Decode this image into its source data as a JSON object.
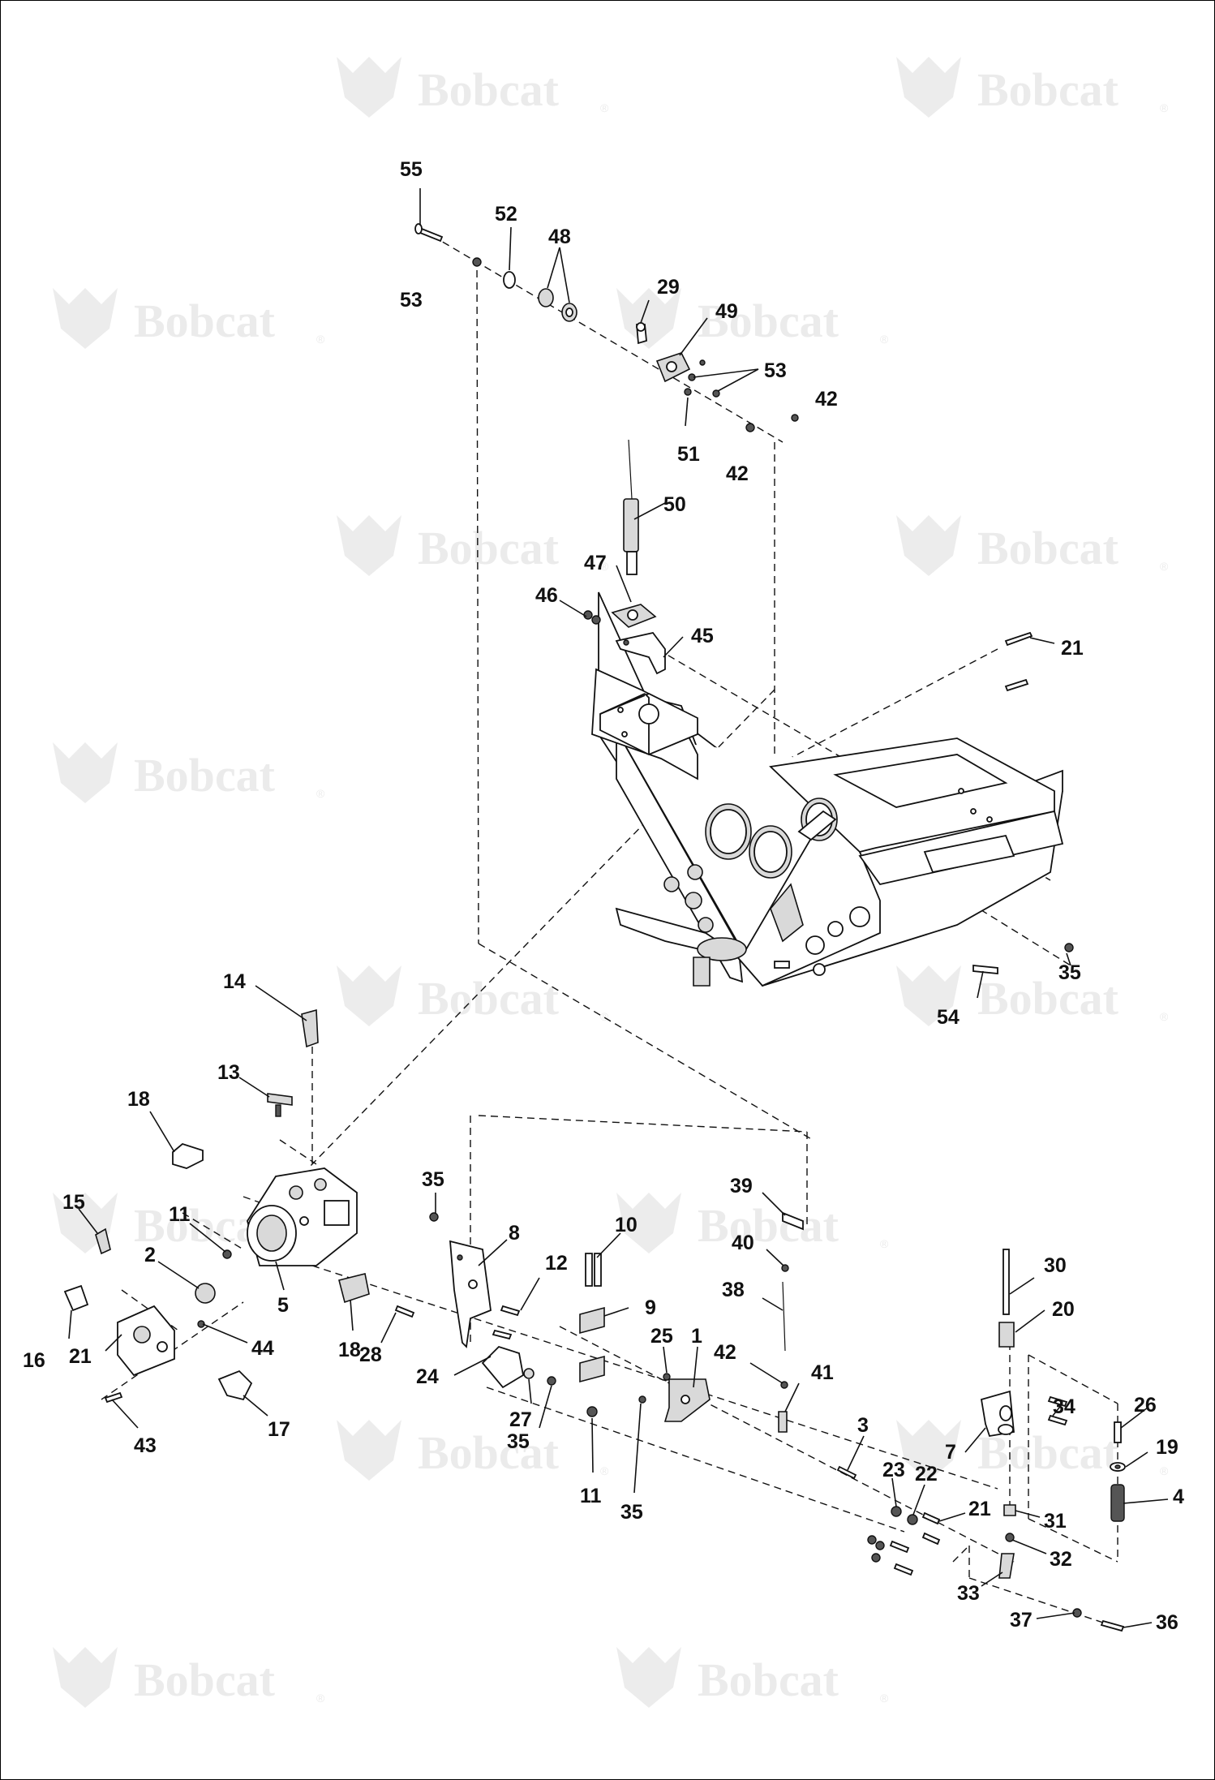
{
  "watermark": {
    "brand": "Bobcat",
    "mark": "®"
  },
  "callouts": [
    {
      "id": "c55",
      "text": "55"
    },
    {
      "id": "c52",
      "text": "52"
    },
    {
      "id": "c48",
      "text": "48"
    },
    {
      "id": "c53a",
      "text": "53"
    },
    {
      "id": "c29",
      "text": "29"
    },
    {
      "id": "c49",
      "text": "49"
    },
    {
      "id": "c53b",
      "text": "53"
    },
    {
      "id": "c42a",
      "text": "42"
    },
    {
      "id": "c51",
      "text": "51"
    },
    {
      "id": "c42b",
      "text": "42"
    },
    {
      "id": "c50",
      "text": "50"
    },
    {
      "id": "c47",
      "text": "47"
    },
    {
      "id": "c46",
      "text": "46"
    },
    {
      "id": "c45",
      "text": "45"
    },
    {
      "id": "c21a",
      "text": "21"
    },
    {
      "id": "c35a",
      "text": "35"
    },
    {
      "id": "c54",
      "text": "54"
    },
    {
      "id": "c14",
      "text": "14"
    },
    {
      "id": "c13",
      "text": "13"
    },
    {
      "id": "c18a",
      "text": "18"
    },
    {
      "id": "c15",
      "text": "15"
    },
    {
      "id": "c11a",
      "text": "11"
    },
    {
      "id": "c2",
      "text": "2"
    },
    {
      "id": "c5",
      "text": "5"
    },
    {
      "id": "c16",
      "text": "16"
    },
    {
      "id": "c21b",
      "text": "21"
    },
    {
      "id": "c44",
      "text": "44"
    },
    {
      "id": "c18b",
      "text": "18"
    },
    {
      "id": "c28",
      "text": "28"
    },
    {
      "id": "c17",
      "text": "17"
    },
    {
      "id": "c43",
      "text": "43"
    },
    {
      "id": "c35b",
      "text": "35"
    },
    {
      "id": "c8",
      "text": "8"
    },
    {
      "id": "c10",
      "text": "10"
    },
    {
      "id": "c12",
      "text": "12"
    },
    {
      "id": "c9",
      "text": "9"
    },
    {
      "id": "c24",
      "text": "24"
    },
    {
      "id": "c27",
      "text": "27"
    },
    {
      "id": "c35c",
      "text": "35"
    },
    {
      "id": "c25",
      "text": "25"
    },
    {
      "id": "c1",
      "text": "1"
    },
    {
      "id": "c11b",
      "text": "11"
    },
    {
      "id": "c35d",
      "text": "35"
    },
    {
      "id": "c39",
      "text": "39"
    },
    {
      "id": "c40",
      "text": "40"
    },
    {
      "id": "c38",
      "text": "38"
    },
    {
      "id": "c42c",
      "text": "42"
    },
    {
      "id": "c41",
      "text": "41"
    },
    {
      "id": "c30",
      "text": "30"
    },
    {
      "id": "c20",
      "text": "20"
    },
    {
      "id": "c3",
      "text": "3"
    },
    {
      "id": "c7",
      "text": "7"
    },
    {
      "id": "c34",
      "text": "34"
    },
    {
      "id": "c26",
      "text": "26"
    },
    {
      "id": "c19",
      "text": "19"
    },
    {
      "id": "c4",
      "text": "4"
    },
    {
      "id": "c23",
      "text": "23"
    },
    {
      "id": "c22",
      "text": "22"
    },
    {
      "id": "c21c",
      "text": "21"
    },
    {
      "id": "c31",
      "text": "31"
    },
    {
      "id": "c32",
      "text": "32"
    },
    {
      "id": "c33",
      "text": "33"
    },
    {
      "id": "c37",
      "text": "37"
    },
    {
      "id": "c36",
      "text": "36"
    }
  ]
}
